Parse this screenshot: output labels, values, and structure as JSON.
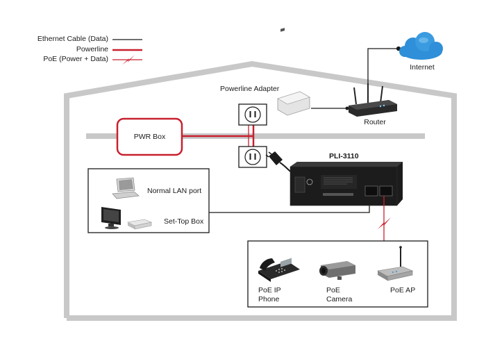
{
  "legend": {
    "ethernet": "Ethernet Cable (Data)",
    "powerline": "Powerline",
    "poe": "PoE (Power + Data)"
  },
  "labels": {
    "internet": "Internet",
    "powerline_adapter": "Powerline Adapter",
    "router": "Router",
    "pwr_box": "PWR Box",
    "device": "PLI-3110",
    "normal_lan_port": "Normal LAN port",
    "set_top_box": "Set-Top Box",
    "poe_ip_phone_line1": "PoE IP",
    "poe_ip_phone_line2": "Phone",
    "poe_camera_line1": "PoE",
    "poe_camera_line2": "Camera",
    "poe_ap": "PoE AP"
  },
  "colors": {
    "house": "#c8c8c8",
    "powerline": "#c8202e",
    "ethernet": "#1a1a1a",
    "cloud": "#2f8fd8",
    "device": "#1c1c1c"
  },
  "icons": [
    "cloud-icon",
    "router-icon",
    "powerline-adapter-icon",
    "outlet-icon",
    "plug-icon",
    "laptop-icon",
    "monitor-icon",
    "set-top-box-icon",
    "ip-phone-icon",
    "camera-icon",
    "access-point-icon",
    "lightning-icon"
  ]
}
